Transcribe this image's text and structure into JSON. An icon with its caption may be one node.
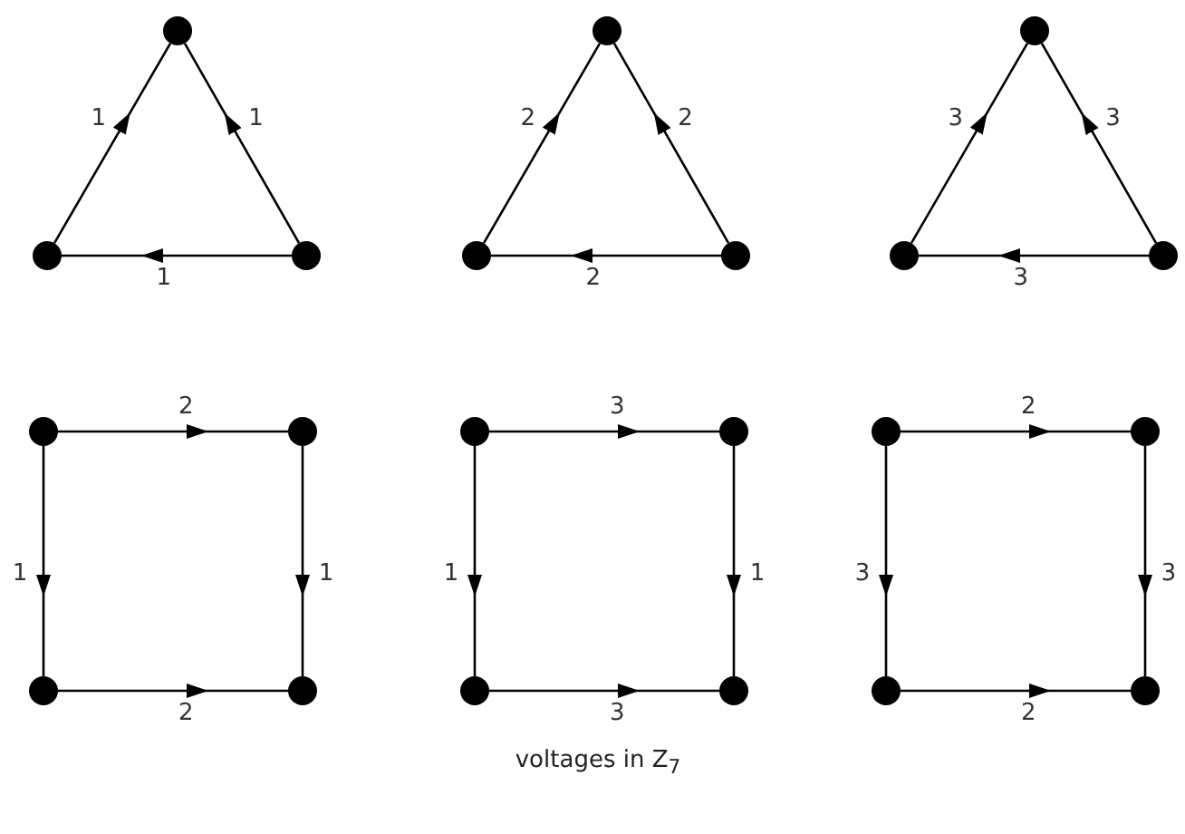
{
  "diagram": {
    "caption": "voltages in Z$_{7}$",
    "nodes": [
      {
        "text": [],
        "shape": "circle"
      },
      {
        "text": [],
        "shape": "circle"
      },
      {
        "text": [],
        "shape": "circle"
      },
      {
        "text": [],
        "shape": "circle"
      },
      {
        "text": [],
        "shape": "circle"
      },
      {
        "text": [],
        "shape": "circle"
      },
      {
        "text": [],
        "shape": "circle"
      },
      {
        "text": [],
        "shape": "circle"
      },
      {
        "text": [],
        "shape": "circle"
      },
      {
        "text": [],
        "shape": "circle"
      },
      {
        "text": [],
        "shape": "circle"
      },
      {
        "text": [],
        "shape": "circle"
      },
      {
        "text": [],
        "shape": "circle"
      },
      {
        "text": [],
        "shape": "circle"
      },
      {
        "text": [],
        "shape": "circle"
      },
      {
        "text": [],
        "shape": "circle"
      },
      {
        "text": [],
        "shape": "circle"
      },
      {
        "text": [],
        "shape": "circle"
      },
      {
        "text": [],
        "shape": "circle"
      },
      {
        "text": [],
        "shape": "circle"
      },
      {
        "text": [],
        "shape": "circle"
      }
    ],
    "edges": [
      {
        "from": 1,
        "to": 0,
        "arrow": "to",
        "label": "1"
      },
      {
        "from": 2,
        "to": 0,
        "arrow": "to",
        "label": "1"
      },
      {
        "from": 2,
        "to": 1,
        "arrow": "to",
        "label": "1"
      },
      {
        "from": 4,
        "to": 3,
        "arrow": "to",
        "label": "2"
      },
      {
        "from": 5,
        "to": 3,
        "arrow": "to",
        "label": "2"
      },
      {
        "from": 5,
        "to": 4,
        "arrow": "to",
        "label": "2"
      },
      {
        "from": 7,
        "to": 6,
        "arrow": "to",
        "label": "3"
      },
      {
        "from": 8,
        "to": 6,
        "arrow": "to",
        "label": "3"
      },
      {
        "from": 8,
        "to": 7,
        "arrow": "to",
        "label": "3"
      },
      {
        "from": 9,
        "to": 10,
        "arrow": "to",
        "label": "2"
      },
      {
        "from": 9,
        "to": 11,
        "arrow": "to",
        "label": "1"
      },
      {
        "from": 10,
        "to": 12,
        "arrow": "to",
        "label": "1"
      },
      {
        "from": 11,
        "to": 12,
        "arrow": "to",
        "label": "2"
      },
      {
        "from": 13,
        "to": 14,
        "arrow": "to",
        "label": "3"
      },
      {
        "from": 13,
        "to": 15,
        "arrow": "to",
        "label": "1"
      },
      {
        "from": 14,
        "to": 16,
        "arrow": "to",
        "label": "1"
      },
      {
        "from": 15,
        "to": 16,
        "arrow": "to",
        "label": "3"
      },
      {
        "from": 17,
        "to": 18,
        "arrow": "to",
        "label": "2"
      },
      {
        "from": 17,
        "to": 19,
        "arrow": "to",
        "label": "3"
      },
      {
        "from": 18,
        "to": 20,
        "arrow": "to",
        "label": "3"
      },
      {
        "from": 19,
        "to": 20,
        "arrow": "to",
        "label": "2"
      }
    ]
  }
}
